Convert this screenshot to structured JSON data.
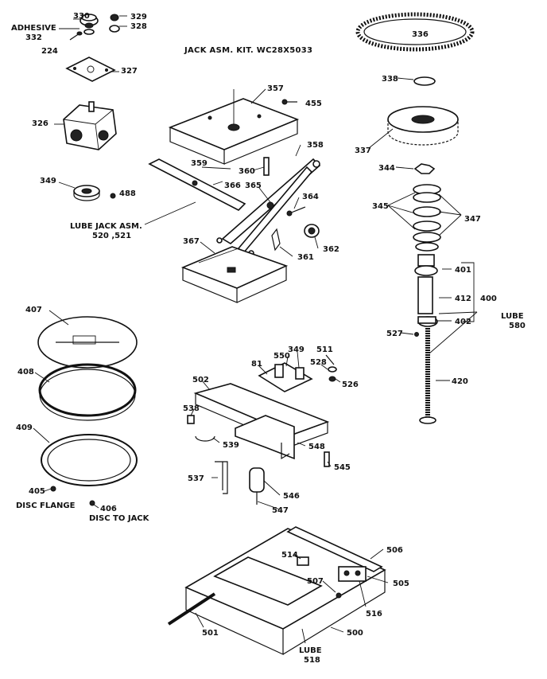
{
  "title": "JACK ASM. KIT. WC28X5033",
  "labels": {
    "p330": "330",
    "adhesive": "ADHESIVE",
    "p332": "332",
    "p224": "224",
    "p329": "329",
    "p328": "328",
    "p327": "327",
    "p326": "326",
    "p349": "349",
    "p488": "488",
    "lube_jack": "LUBE JACK ASM.",
    "lube_jack_nums": "520 ,521",
    "p357": "357",
    "p455": "455",
    "p358": "358",
    "p359": "359",
    "p360": "360",
    "p366": "366",
    "p365": "365",
    "p364": "364",
    "p367": "367",
    "p361": "361",
    "p362": "362",
    "p336": "336",
    "p338": "338",
    "p337": "337",
    "p344": "344",
    "p345": "345",
    "p347": "347",
    "p401": "401",
    "p412": "412",
    "p402": "402",
    "p400": "400",
    "p527": "527",
    "p420": "420",
    "lube_right": "LUBE",
    "p580": "580",
    "p407": "407",
    "p408": "408",
    "p409": "409",
    "p405": "405",
    "disc_flange": "DISC FLANGE",
    "p406": "406",
    "disc_to_jack": "DISC TO JACK",
    "p81": "81",
    "p550": "550",
    "p349b": "349",
    "p511": "511",
    "p528": "528",
    "p526": "526",
    "p502": "502",
    "p538": "538",
    "p539": "539",
    "p548": "548",
    "p545": "545",
    "p537": "537",
    "p546": "546",
    "p547": "547",
    "p514": "514",
    "p506": "506",
    "p507": "507",
    "p505": "505",
    "p516": "516",
    "p501": "501",
    "p500": "500",
    "lube_bottom": "LUBE",
    "p518": "518"
  }
}
